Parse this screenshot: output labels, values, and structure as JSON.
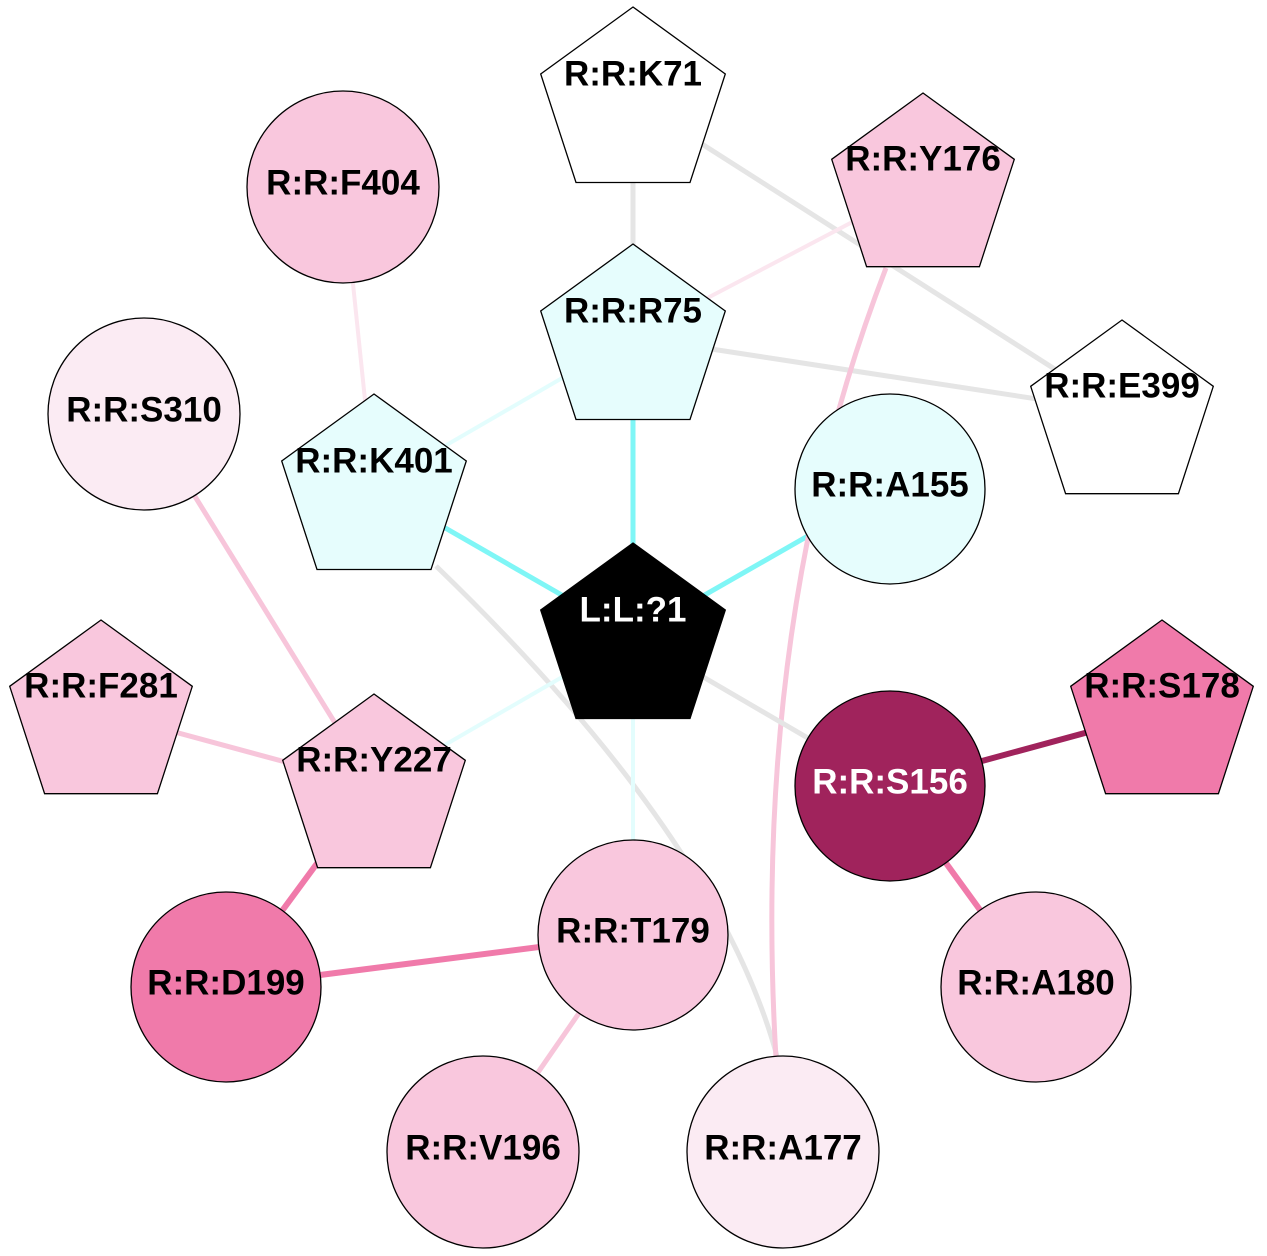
{
  "title": "Residue interaction network around ligand L:L:?1",
  "palette": {
    "white": "#ffffff",
    "light_cyan": "#e6fdfd",
    "faint_pink": "#fbebf3",
    "light_pink": "#f9c7dd",
    "medium_pink": "#f07aaa",
    "dark_magenta": "#a0235c",
    "black": "#000000",
    "edge_gray": "#e5e5e5",
    "edge_cyan": "#7ff6f6",
    "edge_faint_cyan": "#e3fdfd",
    "edge_pink": "#f7c5da",
    "edge_faint_pink": "#fbe6ef",
    "edge_medium_pink": "#f07aaa",
    "edge_dark_magenta": "#a0235c"
  },
  "nodes": [
    {
      "id": "K71",
      "label": "R:R:K71",
      "shape": "pentagon",
      "fill": "white",
      "text": "black"
    },
    {
      "id": "Y176",
      "label": "R:R:Y176",
      "shape": "pentagon",
      "fill": "light_pink",
      "text": "black"
    },
    {
      "id": "F404",
      "label": "R:R:F404",
      "shape": "circle",
      "fill": "light_pink",
      "text": "black"
    },
    {
      "id": "R75",
      "label": "R:R:R75",
      "shape": "pentagon",
      "fill": "light_cyan",
      "text": "black"
    },
    {
      "id": "E399",
      "label": "R:R:E399",
      "shape": "pentagon",
      "fill": "white",
      "text": "black"
    },
    {
      "id": "S310",
      "label": "R:R:S310",
      "shape": "circle",
      "fill": "faint_pink",
      "text": "black"
    },
    {
      "id": "K401",
      "label": "R:R:K401",
      "shape": "pentagon",
      "fill": "light_cyan",
      "text": "black"
    },
    {
      "id": "A155",
      "label": "R:R:A155",
      "shape": "circle",
      "fill": "light_cyan",
      "text": "black"
    },
    {
      "id": "LIG",
      "label": "L:L:?1",
      "shape": "pentagon",
      "fill": "black",
      "text": "white"
    },
    {
      "id": "F281",
      "label": "R:R:F281",
      "shape": "pentagon",
      "fill": "light_pink",
      "text": "black"
    },
    {
      "id": "S178",
      "label": "R:R:S178",
      "shape": "pentagon",
      "fill": "medium_pink",
      "text": "black"
    },
    {
      "id": "Y227",
      "label": "R:R:Y227",
      "shape": "pentagon",
      "fill": "light_pink",
      "text": "black"
    },
    {
      "id": "S156",
      "label": "R:R:S156",
      "shape": "circle",
      "fill": "dark_magenta",
      "text": "white"
    },
    {
      "id": "T179",
      "label": "R:R:T179",
      "shape": "circle",
      "fill": "light_pink",
      "text": "black"
    },
    {
      "id": "D199",
      "label": "R:R:D199",
      "shape": "circle",
      "fill": "medium_pink",
      "text": "black"
    },
    {
      "id": "A180",
      "label": "R:R:A180",
      "shape": "circle",
      "fill": "light_pink",
      "text": "black"
    },
    {
      "id": "V196",
      "label": "R:R:V196",
      "shape": "circle",
      "fill": "light_pink",
      "text": "black"
    },
    {
      "id": "A177",
      "label": "R:R:A177",
      "shape": "circle",
      "fill": "faint_pink",
      "text": "black"
    }
  ],
  "edges": [
    {
      "source": "K71",
      "target": "R75",
      "color": "edge_gray"
    },
    {
      "source": "K71",
      "target": "E399",
      "color": "edge_gray"
    },
    {
      "source": "R75",
      "target": "E399",
      "color": "edge_gray"
    },
    {
      "source": "R75",
      "target": "Y176",
      "color": "edge_faint_pink"
    },
    {
      "source": "R75",
      "target": "K401",
      "color": "edge_faint_cyan"
    },
    {
      "source": "R75",
      "target": "LIG",
      "color": "edge_cyan"
    },
    {
      "source": "F404",
      "target": "K401",
      "color": "edge_faint_pink"
    },
    {
      "source": "K401",
      "target": "LIG",
      "color": "edge_cyan"
    },
    {
      "source": "K401",
      "target": "A177",
      "color": "edge_gray",
      "curved": true
    },
    {
      "source": "A155",
      "target": "LIG",
      "color": "edge_cyan"
    },
    {
      "source": "Y176",
      "target": "A177",
      "color": "edge_pink",
      "curved": true
    },
    {
      "source": "LIG",
      "target": "Y227",
      "color": "edge_faint_cyan"
    },
    {
      "source": "LIG",
      "target": "T179",
      "color": "edge_faint_cyan"
    },
    {
      "source": "LIG",
      "target": "S156",
      "color": "edge_gray"
    },
    {
      "source": "S310",
      "target": "Y227",
      "color": "edge_pink"
    },
    {
      "source": "F281",
      "target": "Y227",
      "color": "edge_pink"
    },
    {
      "source": "Y227",
      "target": "D199",
      "color": "edge_medium_pink"
    },
    {
      "source": "D199",
      "target": "T179",
      "color": "edge_medium_pink"
    },
    {
      "source": "T179",
      "target": "V196",
      "color": "edge_pink"
    },
    {
      "source": "S156",
      "target": "S178",
      "color": "edge_dark_magenta"
    },
    {
      "source": "S156",
      "target": "A180",
      "color": "edge_medium_pink"
    }
  ]
}
